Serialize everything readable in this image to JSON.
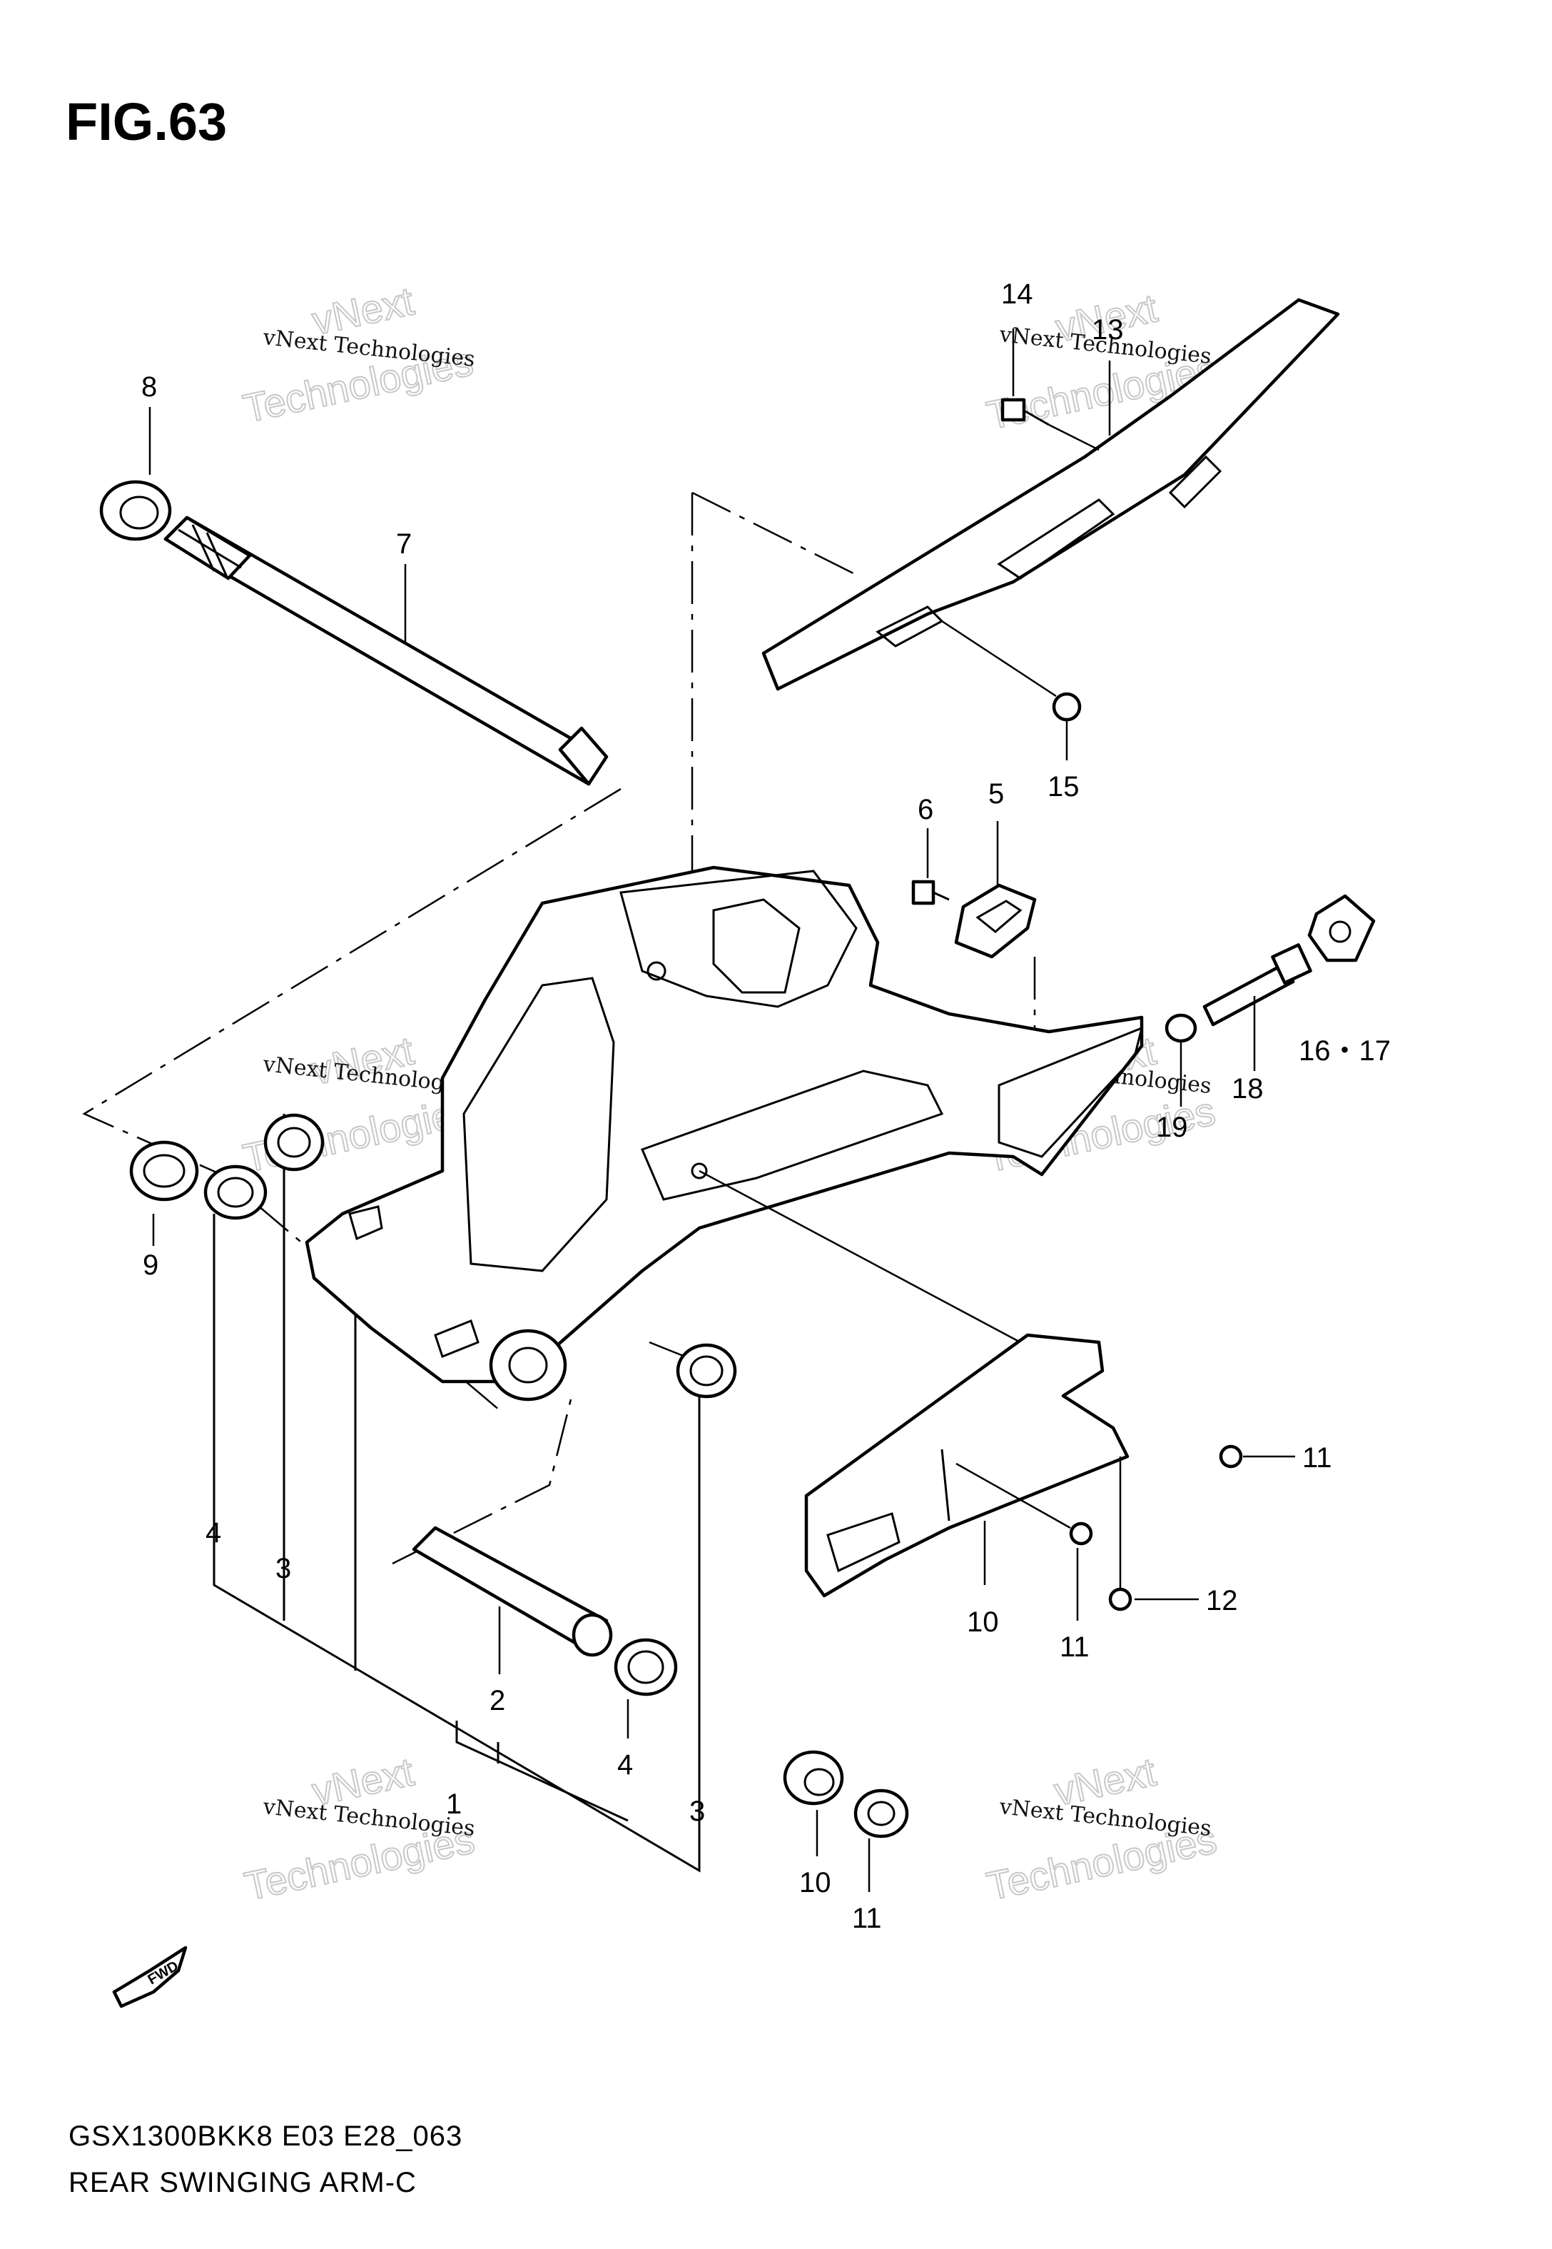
{
  "figure": {
    "title": "FIG.63",
    "model_code": "GSX1300BKK8 E03 E28_063",
    "name": "REAR SWINGING ARM-C"
  },
  "watermark": {
    "line1": "vNext Technologies",
    "line2": "vNext",
    "line3": "Technologies"
  },
  "fwd_label": "FWD",
  "callouts": [
    {
      "id": "c1",
      "text": "1"
    },
    {
      "id": "c2",
      "text": "2"
    },
    {
      "id": "c3a",
      "text": "3"
    },
    {
      "id": "c3b",
      "text": "3"
    },
    {
      "id": "c4a",
      "text": "4"
    },
    {
      "id": "c4b",
      "text": "4"
    },
    {
      "id": "c5",
      "text": "5"
    },
    {
      "id": "c6",
      "text": "6"
    },
    {
      "id": "c7",
      "text": "7"
    },
    {
      "id": "c8",
      "text": "8"
    },
    {
      "id": "c9",
      "text": "9"
    },
    {
      "id": "c10a",
      "text": "10"
    },
    {
      "id": "c10b",
      "text": "10"
    },
    {
      "id": "c11a",
      "text": "11"
    },
    {
      "id": "c11b",
      "text": "11"
    },
    {
      "id": "c11c",
      "text": "11"
    },
    {
      "id": "c12",
      "text": "12"
    },
    {
      "id": "c13",
      "text": "13"
    },
    {
      "id": "c14",
      "text": "14"
    },
    {
      "id": "c15",
      "text": "15"
    },
    {
      "id": "c1617",
      "text": "16・17"
    },
    {
      "id": "c18",
      "text": "18"
    },
    {
      "id": "c19",
      "text": "19"
    }
  ]
}
